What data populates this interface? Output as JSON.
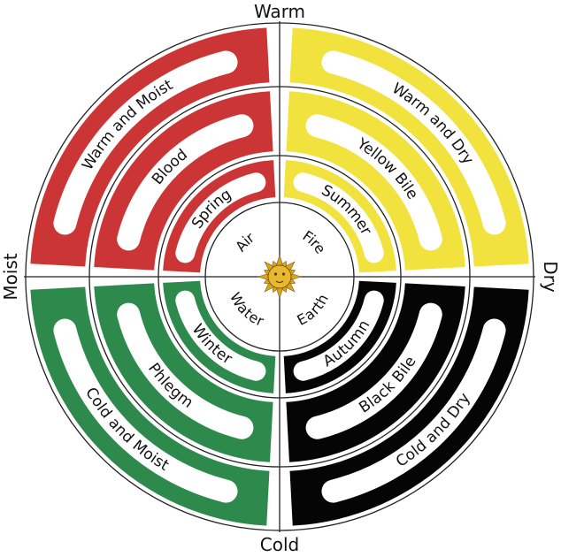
{
  "axes": {
    "top": "Warm",
    "bottom": "Cold",
    "left": "Moist",
    "right": "Dry"
  },
  "quadrants": [
    {
      "id": "warm-moist",
      "color": "#cc3535",
      "quality": "Warm and Moist",
      "humor": "Blood",
      "season": "Spring",
      "element": "Air"
    },
    {
      "id": "warm-dry",
      "color": "#f1e23e",
      "quality": "Warm and Dry",
      "humor": "Yellow Bile",
      "season": "Summer",
      "element": "Fire"
    },
    {
      "id": "cold-dry",
      "color": "#050505",
      "quality": "Cold and Dry",
      "humor": "Black Bile",
      "season": "Autumn",
      "element": "Earth"
    },
    {
      "id": "cold-moist",
      "color": "#2e8a4c",
      "quality": "Cold and Moist",
      "humor": "Phlegm",
      "season": "Winter",
      "element": "Water"
    }
  ],
  "center_icon": "sun-face-icon"
}
